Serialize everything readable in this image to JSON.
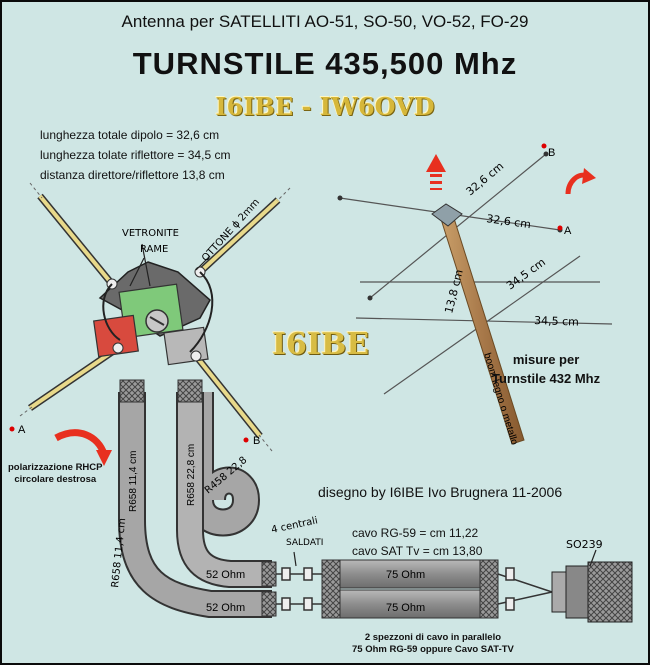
{
  "header": {
    "subtitle": "Antenna per SATELLITI AO-51, SO-50, VO-52, FO-29",
    "title": "TURNSTILE  435,500  Mhz",
    "callsigns": "I6IBE - IW6OVD"
  },
  "specs": [
    "lunghezza totale dipolo = 32,6 cm",
    "lunghezza tolate riflettore = 34,5 cm",
    "distanza direttore/riflettore 13,8 cm"
  ],
  "center_callsign": "I6IBE",
  "left_dipole": {
    "vetronite": "VETRONITE",
    "rame": "RAME",
    "ottone": "OTTONE ϕ 2mm",
    "point_a": "A",
    "point_b": "B",
    "rhcp_line1": "polarizzazione RHCP",
    "rhcp_line2": "circolare destrosa"
  },
  "right_view": {
    "dim_dipole_1": "32,6 cm",
    "dim_dipole_2": "32,6 cm",
    "dim_reflector_1": "34,5 cm",
    "dim_reflector_2": "34,5 cm",
    "dim_boom": "13,8 cm",
    "boom_label": "boom legno o metallo",
    "point_a": "A",
    "point_b": "B",
    "misure_line1": "misure per",
    "misure_line2": "Turnstile 432 Mhz"
  },
  "credit": "disegno by I6IBE Ivo Brugnera 11-2006",
  "feed": {
    "cavo_rg59": "cavo RG-59 = cm 11,22",
    "cavo_sat": "cavo SAT Tv = cm 13,80",
    "cable_52_1": "52 Ohm",
    "cable_52_2": "52 Ohm",
    "cable_75_1": "75 Ohm",
    "cable_75_2": "75 Ohm",
    "r658_1": "R658 11,4 cm",
    "r658_2": "R658 22,8 cm",
    "r658_side": "R658 11,4 cm",
    "r458_side": "R458 22,8",
    "centrali": "4 centrali",
    "saldati": "SALDATI",
    "so239": "SO239",
    "spezzoni_line1": "2 spezzoni di cavo in parallelo",
    "spezzoni_line2": "75 Ohm RG-59 oppure Cavo SAT-TV"
  },
  "colors": {
    "background": "#cfe6e4",
    "callsign_gold": "#d8bc44",
    "arrow_red": "#e8301f",
    "board_green": "#7fc97a",
    "board_red": "#d84a3e",
    "rod_brass": "#e8d98a",
    "boom_wood": "#a8794a"
  },
  "icons": [
    "rhcp-arrow",
    "up-arrow",
    "rotation-arrow"
  ]
}
